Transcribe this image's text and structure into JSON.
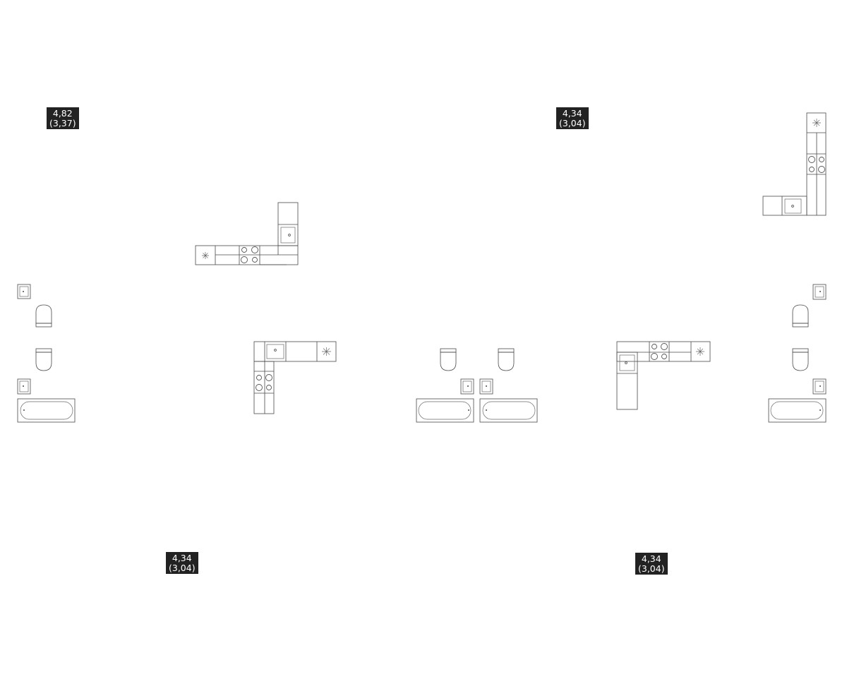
{
  "colors": {
    "label_bg": "#222222",
    "label_text": "#ffffff",
    "lines": "#4a4a4a",
    "background": "#ffffff"
  },
  "area_labels": [
    {
      "total": "4,82",
      "living": "(3,37)"
    },
    {
      "total": "4,34",
      "living": "(3,04)"
    },
    {
      "total": "4,34",
      "living": "(3,04)"
    },
    {
      "total": "4,34",
      "living": "(3,04)"
    }
  ],
  "icons": [
    "kitchen-counter",
    "sink-icon",
    "hob-icon",
    "fridge-icon",
    "toilet-icon",
    "washbasin-icon",
    "bathtub-icon"
  ]
}
